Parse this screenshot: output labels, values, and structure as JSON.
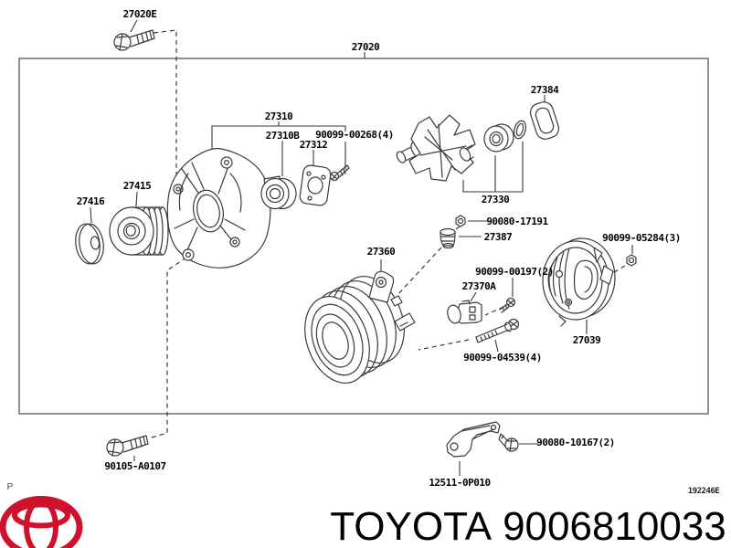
{
  "diagram": {
    "assembly_label": "27020",
    "figure_code": "192246E",
    "page_letter": "P",
    "parts": [
      {
        "label": "27020E",
        "shape": "flange-bolt"
      },
      {
        "label": "27310",
        "shape": "bearing-group"
      },
      {
        "label": "27310B",
        "shape": "front-bearing"
      },
      {
        "label": "27312",
        "shape": "bearing-retainer-plate"
      },
      {
        "label": "90099-00268(4)",
        "shape": "screw"
      },
      {
        "label": "27384",
        "shape": "terminal-gasket"
      },
      {
        "label": "27330",
        "shape": "rotor-group"
      },
      {
        "label": "27415",
        "shape": "pulley"
      },
      {
        "label": "27416",
        "shape": "pulley-washer"
      },
      {
        "label": "90080-17191",
        "shape": "nut"
      },
      {
        "label": "27387",
        "shape": "terminal-insulator"
      },
      {
        "label": "90099-05284(3)",
        "shape": "nut"
      },
      {
        "label": "90099-00197(2)",
        "shape": "screw"
      },
      {
        "label": "27370A",
        "shape": "brush-holder"
      },
      {
        "label": "27360",
        "shape": "stator-coil"
      },
      {
        "label": "27039",
        "shape": "rear-end-cover"
      },
      {
        "label": "90099-04539(4)",
        "shape": "through-bolt"
      },
      {
        "label": "90105-A0107",
        "shape": "flange-bolt"
      },
      {
        "label": "12511-0P010",
        "shape": "alternator-bracket"
      },
      {
        "label": "90080-10167(2)",
        "shape": "flange-bolt"
      }
    ]
  },
  "footer": {
    "brand": "TOYOTA",
    "part_number": "9006810033",
    "logo_color": "#d0112b"
  },
  "colors": {
    "line": "#3a3a3a",
    "box_border": "#6b6b6b"
  }
}
